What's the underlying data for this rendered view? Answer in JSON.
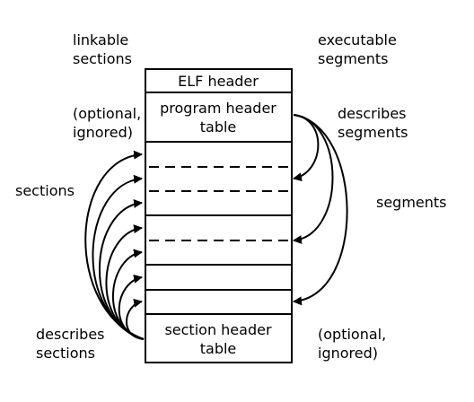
{
  "labels": {
    "linkable": [
      "linkable",
      "sections"
    ],
    "executable": [
      "executable",
      "segments"
    ],
    "optional_top": [
      "(optional,",
      "ignored)"
    ],
    "describes_segments": [
      "describes",
      "segments"
    ],
    "sections": "sections",
    "segments": "segments",
    "describes_sections": [
      "describes",
      "sections"
    ],
    "optional_bottom": [
      "(optional,",
      "ignored)"
    ]
  },
  "blocks": {
    "elf_header": "ELF header",
    "program_header_table": [
      "program header",
      "table"
    ],
    "section_header_table": [
      "section header",
      "table"
    ]
  }
}
